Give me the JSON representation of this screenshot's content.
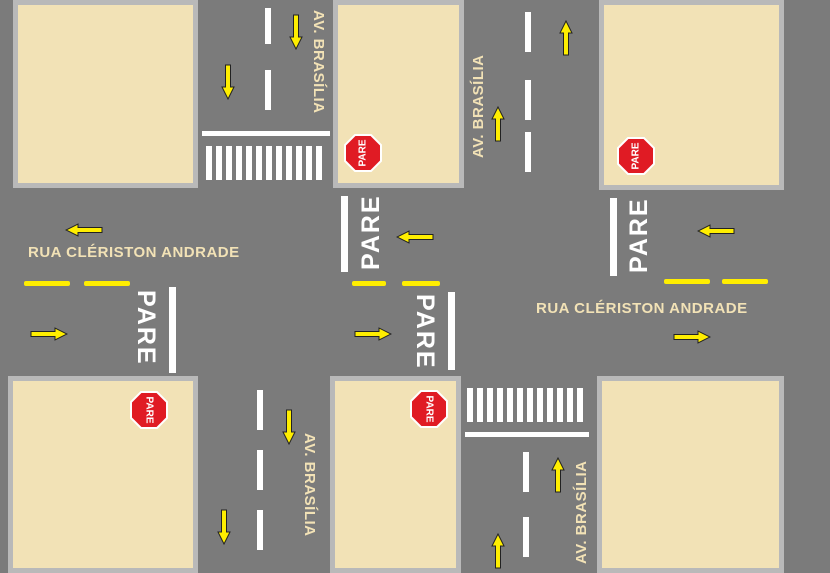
{
  "streets": {
    "avenue": "AV. BRASÍLIA",
    "cross_street": "RUA CLÉRISTON ANDRADE"
  },
  "road_marking": "PARE",
  "stop_sign_text": "PARE",
  "colors": {
    "asphalt": "#7b7b7b",
    "block": "#f2e2b6",
    "sidewalk": "#b9b9b9",
    "arrow": "#ffee00",
    "stop_sign": "#e01b24"
  }
}
